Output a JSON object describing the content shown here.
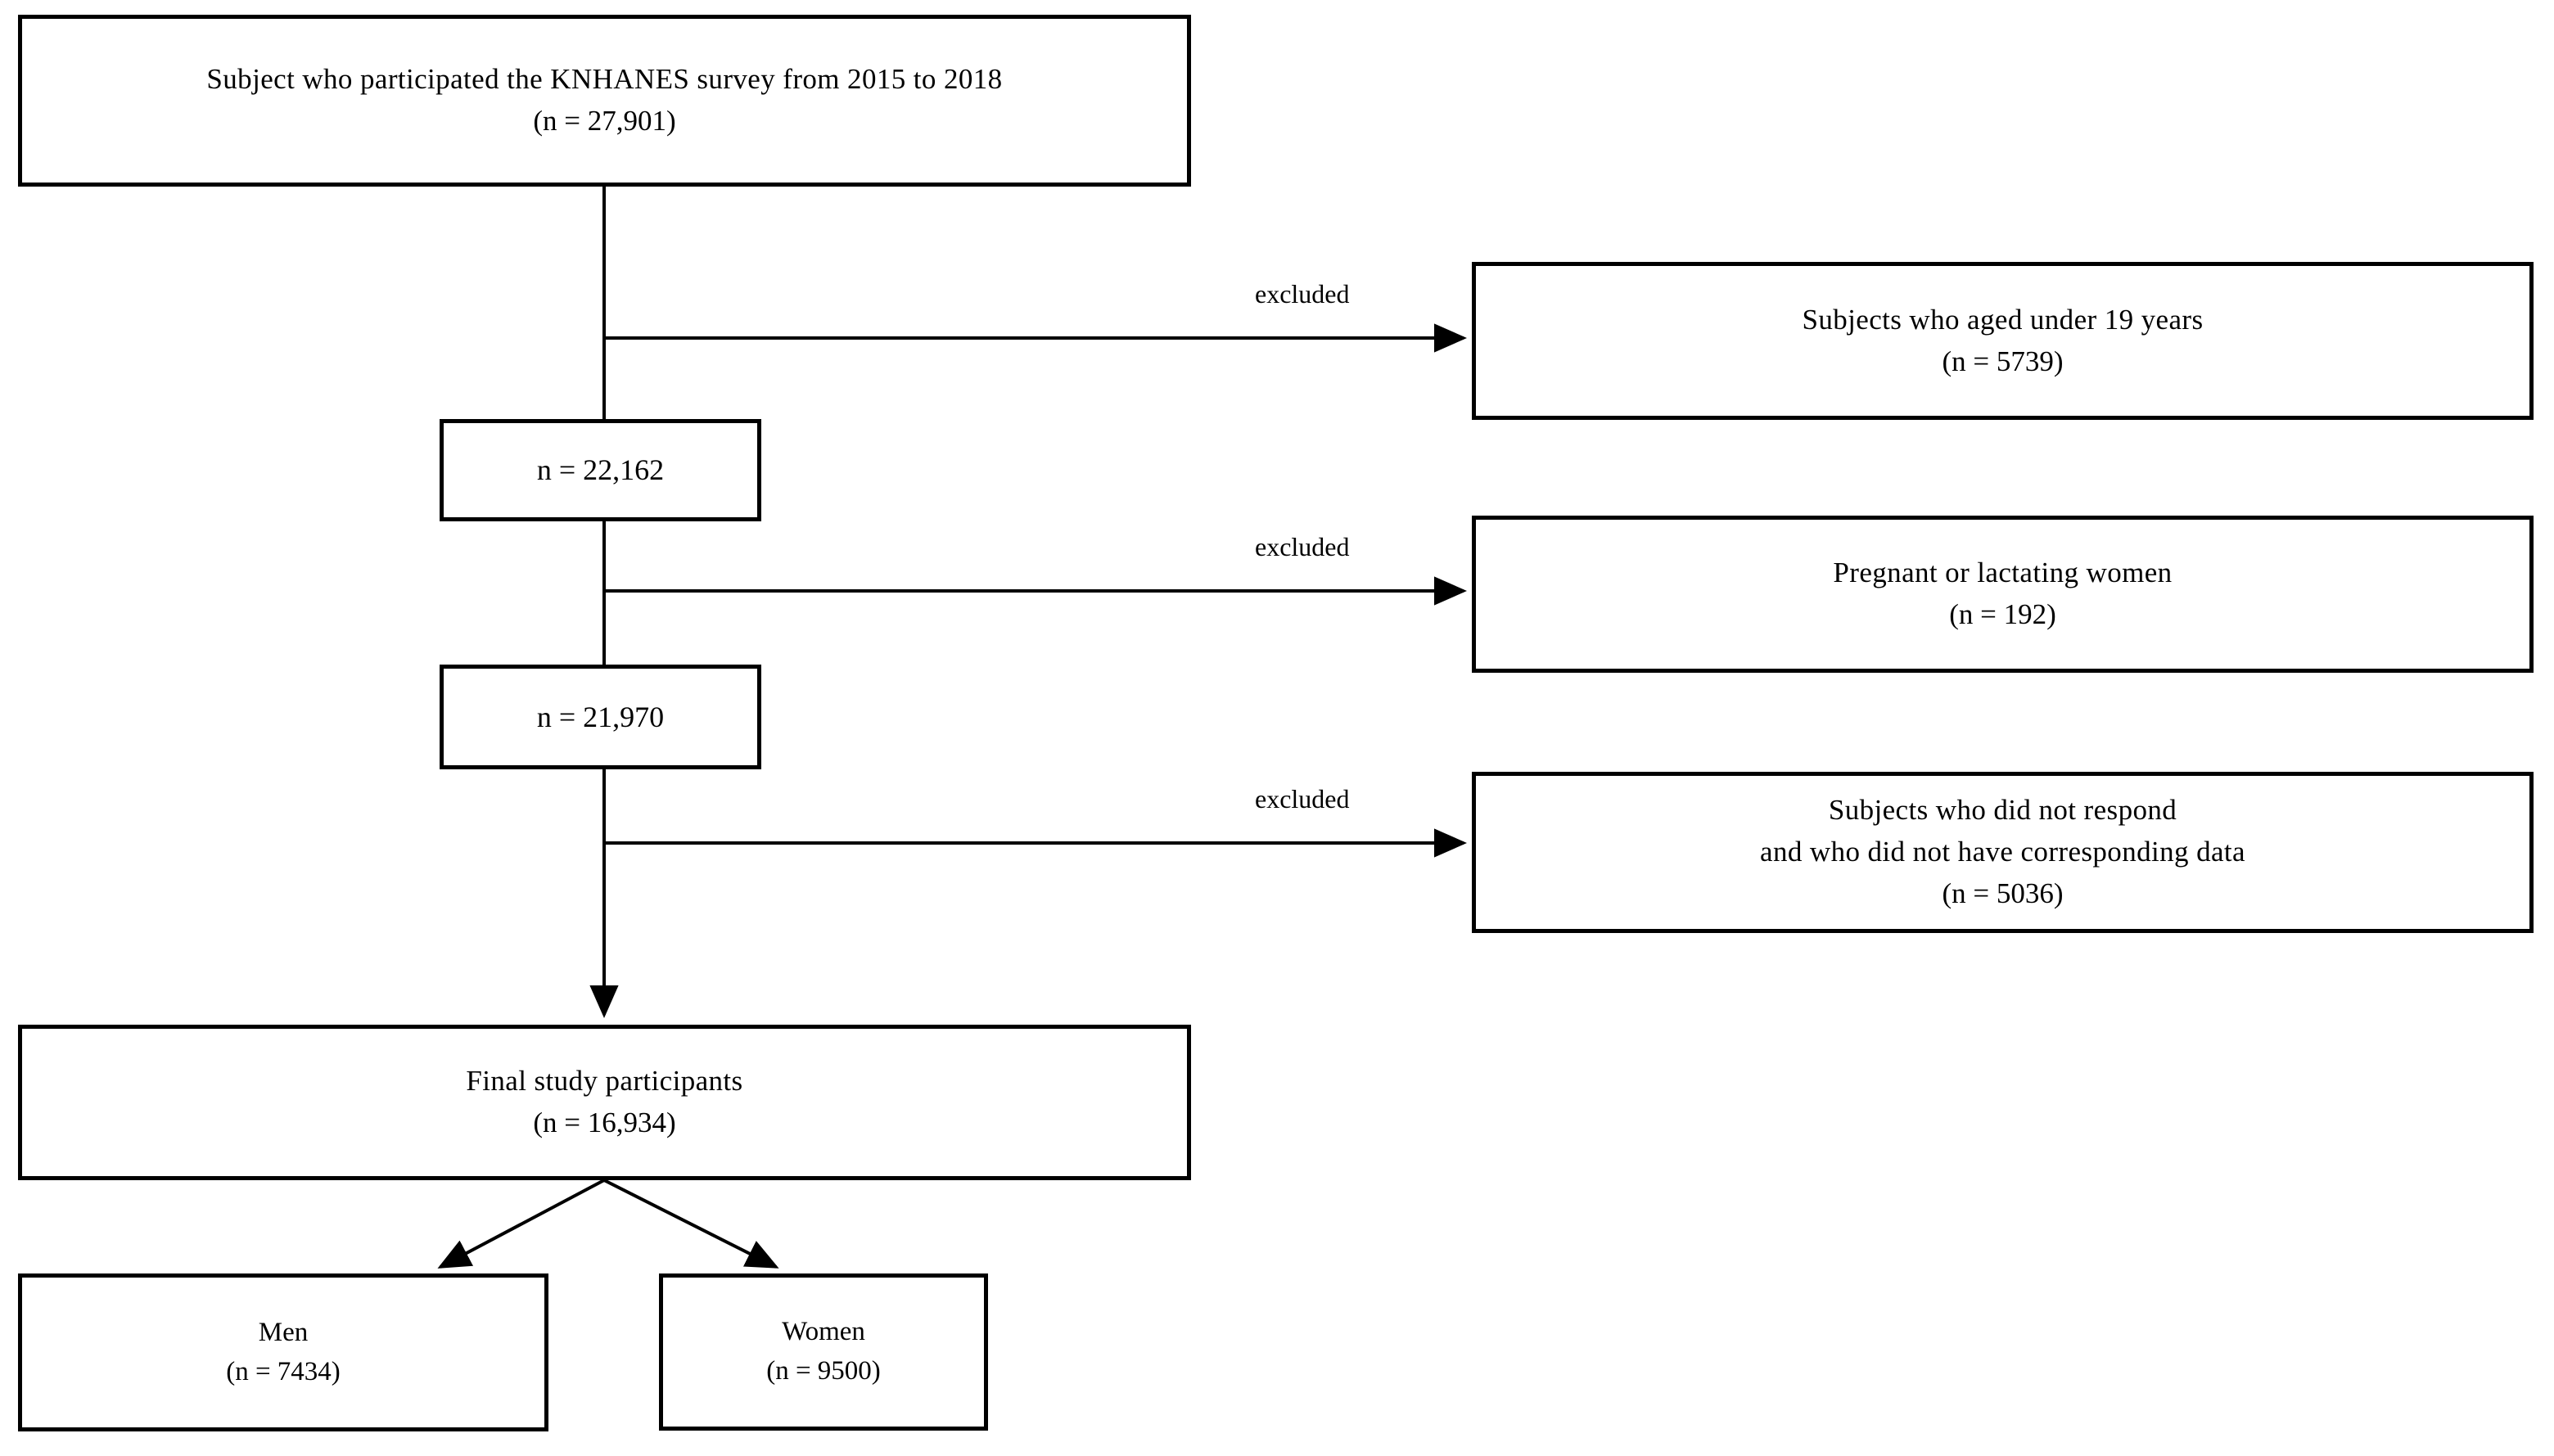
{
  "diagram": {
    "title": "KNHANES study participant selection flow",
    "ink_color": "#000000",
    "background_color": "#ffffff",
    "nodes": {
      "source": {
        "line1": "Subject who participated the KNHANES  survey from  2015  to 2018",
        "line2": "(n = 27,901)"
      },
      "remaining_1": {
        "line1": "n = 22,162"
      },
      "remaining_2": {
        "line1": "n = 21,970"
      },
      "final": {
        "line1": "Final  study participants",
        "line2": "(n = 16,934)"
      },
      "men": {
        "line1": "Men",
        "line2": "(n = 7434)"
      },
      "women": {
        "line1": "Women",
        "line2": "(n = 9500)"
      },
      "excluded_age": {
        "line1": "Subjects who aged under 19  years",
        "line2": "(n = 5739)"
      },
      "excluded_pregnant": {
        "line1": "Pregnant or lactating women",
        "line2": "(n = 192)"
      },
      "excluded_nonresponse": {
        "line1": "Subjects who  did not respond",
        "line2": "and who did not have corresponding data",
        "line3": "(n = 5036)"
      }
    },
    "edge_labels": {
      "exclusion_1": "excluded",
      "exclusion_2": "excluded",
      "exclusion_3": "excluded"
    }
  },
  "chart_data": {
    "type": "table",
    "title": "KNHANES study participant selection flow",
    "categories": [
      "Participated 2015-2018",
      "Excluded: under 19 years",
      "Remaining after age exclusion",
      "Excluded: pregnant or lactating women",
      "Remaining after pregnancy exclusion",
      "Excluded: non-response / missing data",
      "Final study participants",
      "Men",
      "Women"
    ],
    "values": [
      27901,
      5739,
      22162,
      192,
      21970,
      5036,
      16934,
      7434,
      9500
    ],
    "xlabel": "",
    "ylabel": "n"
  }
}
